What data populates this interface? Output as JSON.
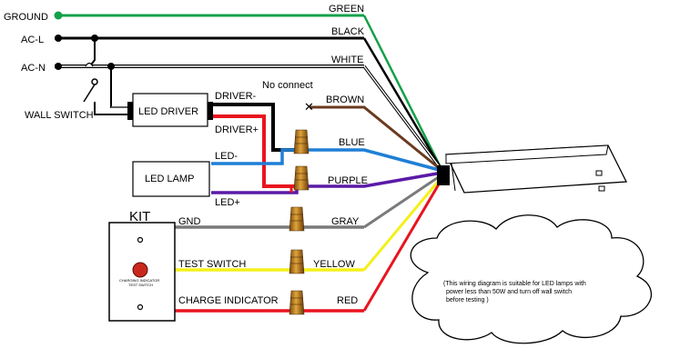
{
  "labels": {
    "ground": "GROUND",
    "ac_l": "AC-L",
    "ac_n": "AC-N",
    "wall_switch": "WALL SWITCH",
    "led_driver": "LED DRIVER",
    "driver_minus": "DRIVER-",
    "driver_plus": "DRIVER+",
    "no_connect": "No connect",
    "led_lamp": "LED LAMP",
    "led_minus": "LED-",
    "led_plus": "LED+",
    "kit": "KIT",
    "gnd": "GND",
    "test_switch": "TEST SWITCH",
    "charge_indicator": "CHARGE INDICATOR",
    "kit_panel_line1": "CHARGING INDICATOR",
    "kit_panel_line2": "TEST SWITCH"
  },
  "wires": {
    "green": "GREEN",
    "black": "BLACK",
    "white": "WHITE",
    "brown": "BROWN",
    "blue": "BLUE",
    "purple": "PURPLE",
    "gray": "GRAY",
    "yellow": "YELLOW",
    "red": "RED"
  },
  "note": {
    "line1": "(This wiring diagram is suitable for LED lamps with",
    "line2": "power less than 50W and  turn off wall switch",
    "line3": "before testing )"
  },
  "colors": {
    "green": "#14a04a",
    "black": "#000000",
    "white": "#ffffff",
    "brown": "#6b3a1e",
    "blue": "#1f7fd6",
    "purple": "#5a1aa6",
    "gray": "#7a7a7a",
    "yellow": "#f5f01a",
    "red": "#e8141e",
    "connector": "#c9861b"
  }
}
